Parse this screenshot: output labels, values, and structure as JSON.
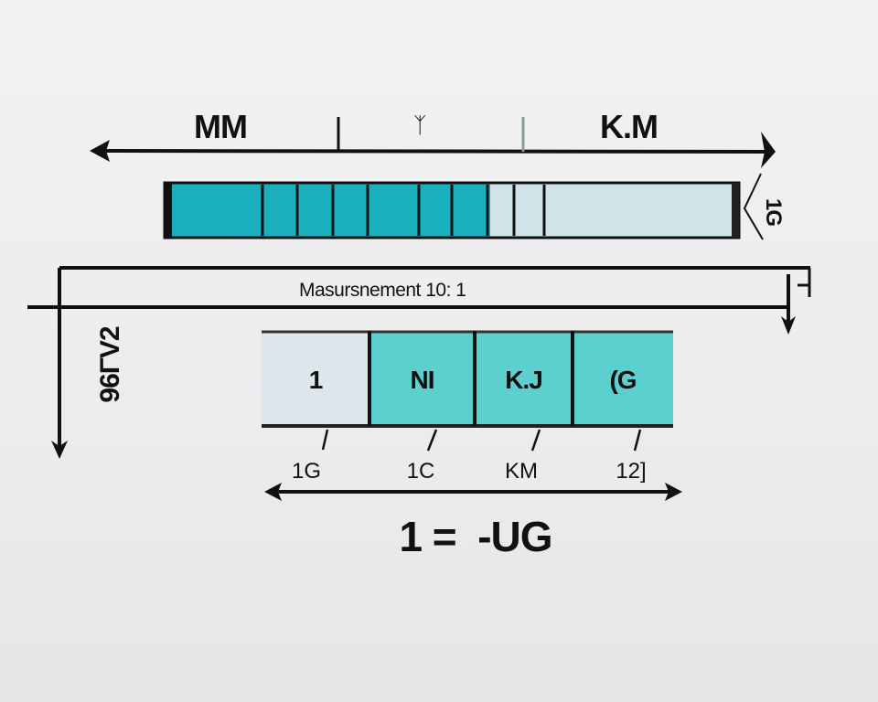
{
  "top_scale": {
    "left_label": "MM",
    "middle_label": "ᛉ",
    "right_label": "K.M"
  },
  "bar_side_label": "1G",
  "caption": "Masursnement 10: 1",
  "left_vertical_label": "96ΓV2",
  "boxes": [
    {
      "label": "1",
      "below": "1G"
    },
    {
      "label": "NI",
      "below": "1C"
    },
    {
      "label": "K.J",
      "below": "KM"
    },
    {
      "label": "(G",
      "below": "12]"
    }
  ],
  "equation": "1 =  -UG",
  "colors": {
    "teal_dark": "#1aafbd",
    "teal_light": "#5ccfcf",
    "pale": "#cfe4e9",
    "box_pale": "#dde6ea",
    "ink": "#111111"
  }
}
